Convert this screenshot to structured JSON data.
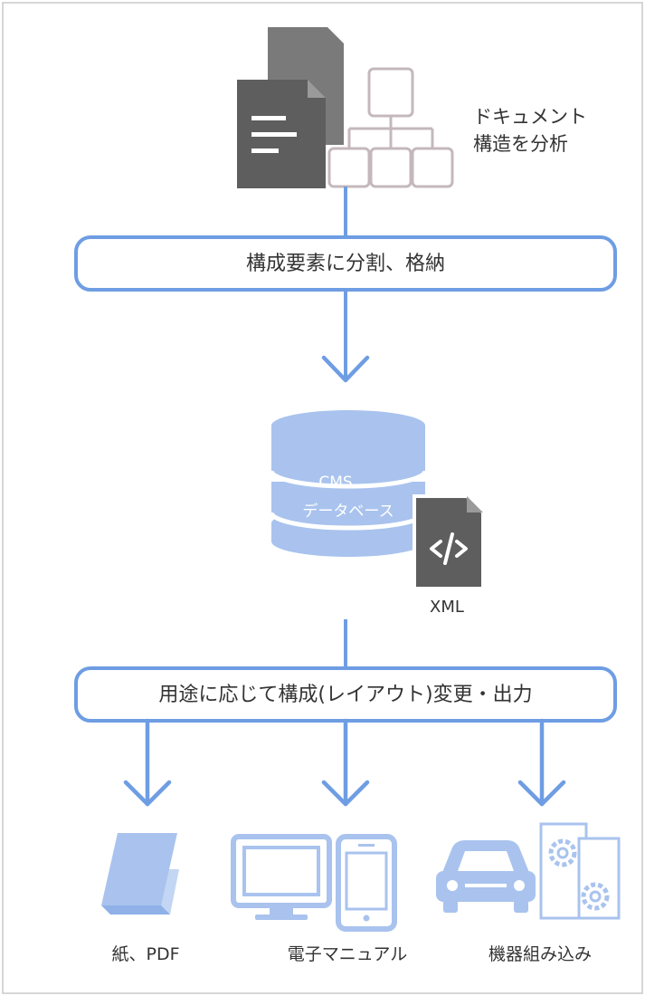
{
  "colors": {
    "accent": "#6e9de3",
    "light_accent": "#a9c3ee",
    "doc_gray": "#5e5e5e",
    "tree_stroke": "#c4b8bd",
    "outline": "#b8b8b8"
  },
  "icons": [
    "documents-icon",
    "hierarchy-icon",
    "database-icon",
    "xml-file-icon",
    "book-icon",
    "monitor-icon",
    "smartphone-icon",
    "car-icon",
    "gears-icon"
  ],
  "top": {
    "label_line1": "ドキュメント",
    "label_line2": "構造を分析"
  },
  "box1": {
    "text": "構成要素に分割、格納"
  },
  "database": {
    "line1": "CMS",
    "line2": "データベース",
    "xml_label": "XML"
  },
  "box2": {
    "text": "用途に応じて構成(レイアウト)変更・出力"
  },
  "outputs": [
    {
      "label": "紙、PDF"
    },
    {
      "label": "電子マニュアル"
    },
    {
      "label": "機器組み込み"
    }
  ]
}
